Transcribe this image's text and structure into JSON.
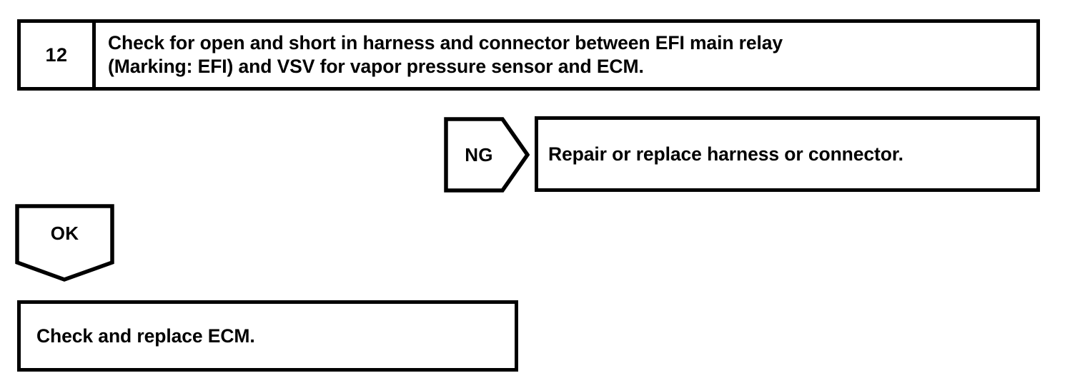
{
  "flowchart": {
    "step": {
      "number": "12",
      "instruction": "Check for open and short in harness and connector between EFI main relay\n(Marking: EFI) and VSV for vapor pressure sensor and ECM."
    },
    "branches": {
      "ng": {
        "label": "NG",
        "action": "Repair or replace harness or connector."
      },
      "ok": {
        "label": "OK",
        "action": "Check and replace ECM."
      }
    },
    "colors": {
      "stroke": "#000000",
      "background": "#ffffff",
      "text": "#000000"
    }
  }
}
